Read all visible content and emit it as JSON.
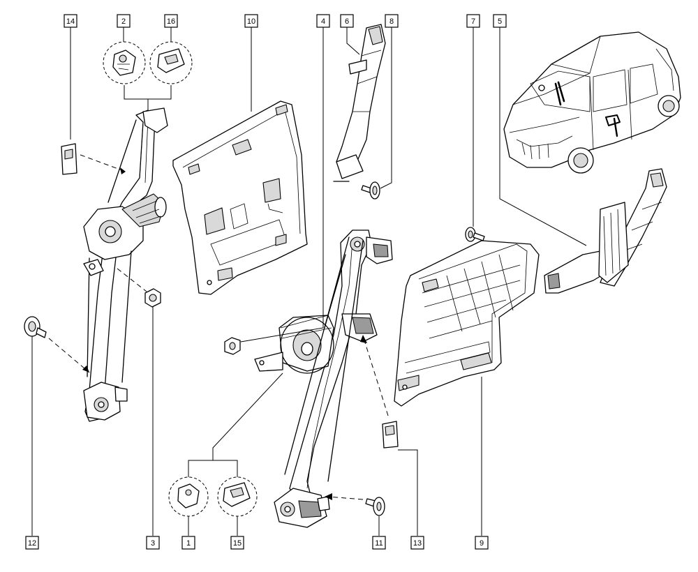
{
  "diagram": {
    "callouts": [
      {
        "id": "c14",
        "text": "14"
      },
      {
        "id": "c2",
        "text": "2"
      },
      {
        "id": "c16",
        "text": "16"
      },
      {
        "id": "c10",
        "text": "10"
      },
      {
        "id": "c4",
        "text": "4"
      },
      {
        "id": "c6",
        "text": "6"
      },
      {
        "id": "c8",
        "text": "8"
      },
      {
        "id": "c7",
        "text": "7"
      },
      {
        "id": "c5",
        "text": "5"
      },
      {
        "id": "c12",
        "text": "12"
      },
      {
        "id": "c3",
        "text": "3"
      },
      {
        "id": "c1",
        "text": "1"
      },
      {
        "id": "c15",
        "text": "15"
      },
      {
        "id": "c11",
        "text": "11"
      },
      {
        "id": "c13",
        "text": "13"
      },
      {
        "id": "c9",
        "text": "9"
      }
    ]
  }
}
